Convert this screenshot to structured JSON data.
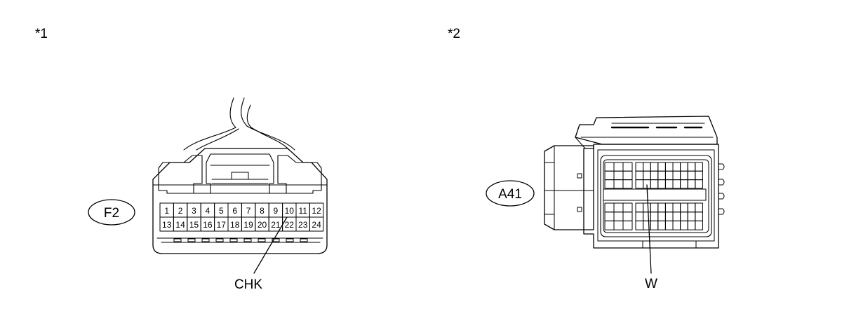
{
  "diagram1": {
    "marker": "*1",
    "connector_label": "F2",
    "pins_top": [
      "1",
      "2",
      "3",
      "4",
      "5",
      "6",
      "7",
      "8",
      "9",
      "10",
      "11",
      "12"
    ],
    "pins_bottom": [
      "13",
      "14",
      "15",
      "16",
      "17",
      "18",
      "19",
      "20",
      "21",
      "22",
      "23",
      "24"
    ],
    "callout": "CHK"
  },
  "diagram2": {
    "marker": "*2",
    "connector_label": "A41",
    "callout": "W"
  }
}
